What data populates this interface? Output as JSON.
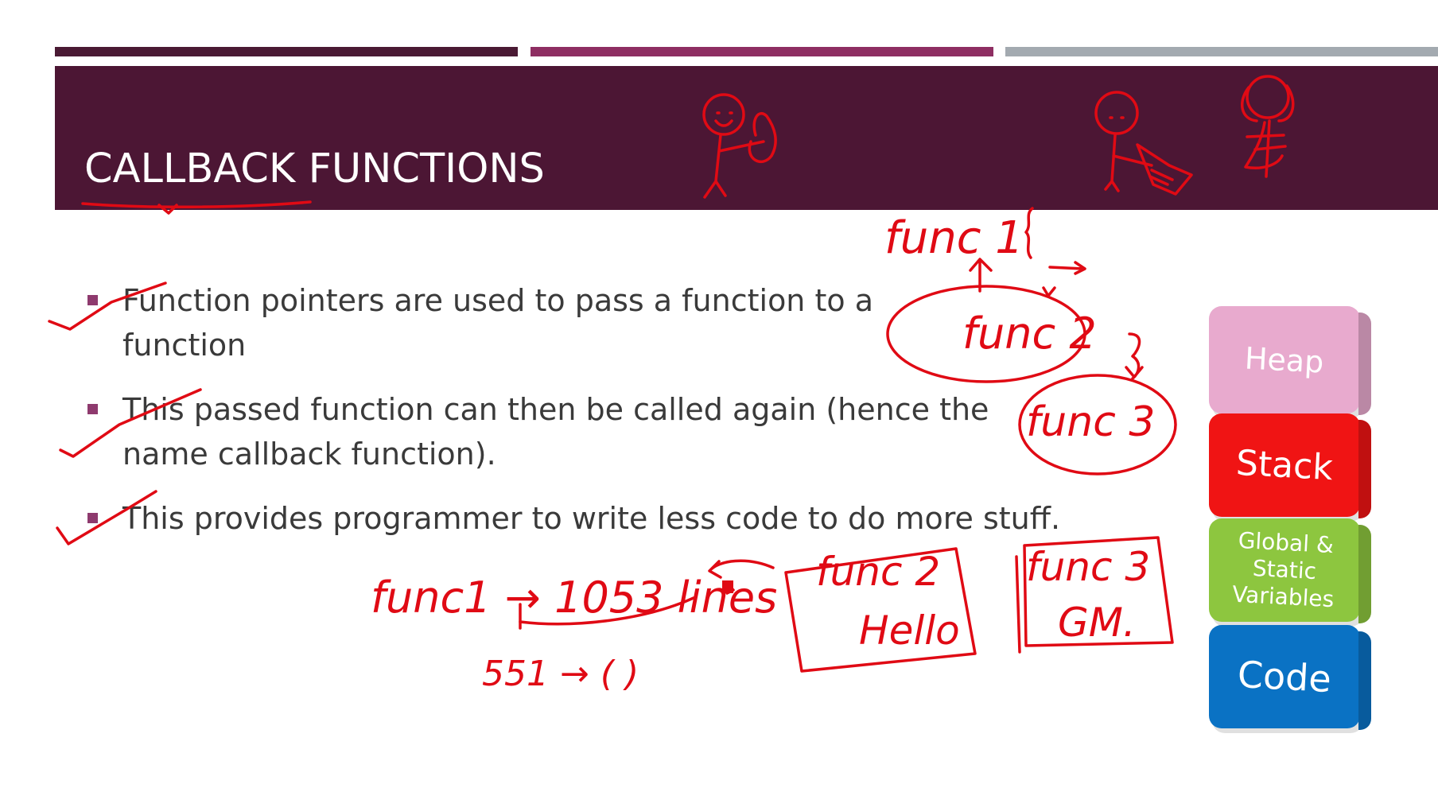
{
  "slide": {
    "title": "CALLBACK FUNCTIONS",
    "accent_colors": {
      "title_band": "#4c1634",
      "bar_1": "#4a1a34",
      "bar_2": "#8e2e62",
      "bar_3": "#a3aab0",
      "ink": "#e00a14"
    }
  },
  "bullets": [
    {
      "text": "Function pointers are used to pass a function to a function"
    },
    {
      "text": "This passed function can then be called again (hence the name callback function)."
    },
    {
      "text": "This provides programmer to write less code to do more stuff."
    }
  ],
  "memory_stack": [
    {
      "label": "Heap",
      "color": "#e8aace",
      "text_color": "#ffffff"
    },
    {
      "label": "Stack",
      "color": "#f01414",
      "text_color": "#ffffff"
    },
    {
      "label": "Global & Static Variables",
      "color": "#8dc63f",
      "text_color": "#ffffff"
    },
    {
      "label": "Code",
      "color": "#0a72c4",
      "text_color": "#ffffff"
    }
  ],
  "annotations": {
    "func1": "func 1",
    "func2": "func 2",
    "func3": "func 3",
    "lines": "func1 → 1053 lines",
    "lines2": "551 → ( )",
    "box_func2": "func 2",
    "box_func2_body": "Hello",
    "box_func3": "func 3",
    "box_func3_body": "GM."
  }
}
